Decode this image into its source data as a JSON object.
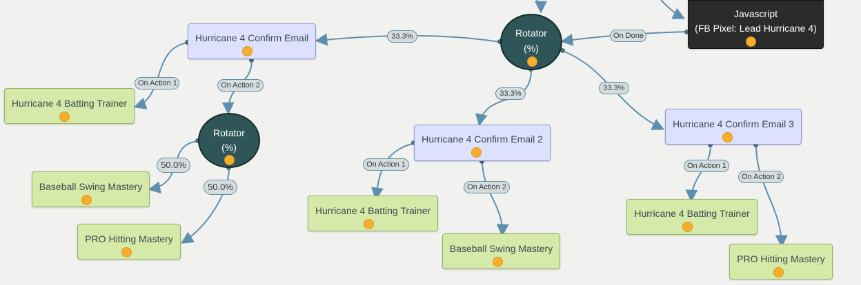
{
  "nodes": {
    "confirm1": {
      "title": "Hurricane 4 Confirm Email"
    },
    "confirm2": {
      "title": "Hurricane 4 Confirm Email 2"
    },
    "confirm3": {
      "title": "Hurricane 4 Confirm Email 3"
    },
    "rotator_main": {
      "title": "Rotator",
      "subtitle": "(%)"
    },
    "rotator_left": {
      "title": "Rotator",
      "subtitle": "(%)"
    },
    "javascript": {
      "title": "Javascript",
      "subtitle": "(FB Pixel: Lead Hurricane 4)"
    },
    "trainer_left": {
      "title": "Hurricane 4 Batting Trainer"
    },
    "trainer_mid": {
      "title": "Hurricane 4 Batting Trainer"
    },
    "trainer_right": {
      "title": "Hurricane 4 Batting Trainer"
    },
    "swing_left": {
      "title": "Baseball Swing Mastery"
    },
    "swing_mid": {
      "title": "Baseball Swing Mastery"
    },
    "pro_left": {
      "title": "PRO Hitting Mastery"
    },
    "pro_right": {
      "title": "PRO Hitting Mastery"
    }
  },
  "edges": {
    "on_done": "On Done",
    "pct_main_left": "33.3%",
    "pct_main_mid": "33.3%",
    "pct_main_right": "33.3%",
    "c1_action1": "On Action 1",
    "c1_action2": "On Action 2",
    "rot_left_top": "50.0%",
    "rot_left_bottom": "50.0%",
    "c2_action1": "On Action 1",
    "c2_action2": "On Action 2",
    "c3_action1": "On Action 1",
    "c3_action2": "On Action 2"
  },
  "colors": {
    "connector": "#5f8fae",
    "email_fill": "#dde1fd",
    "trainer_fill": "#d5eaa8",
    "rotator_fill": "#2e5557",
    "javascript_fill": "#2a2c2b",
    "status_dot": "#f6ae2d"
  }
}
